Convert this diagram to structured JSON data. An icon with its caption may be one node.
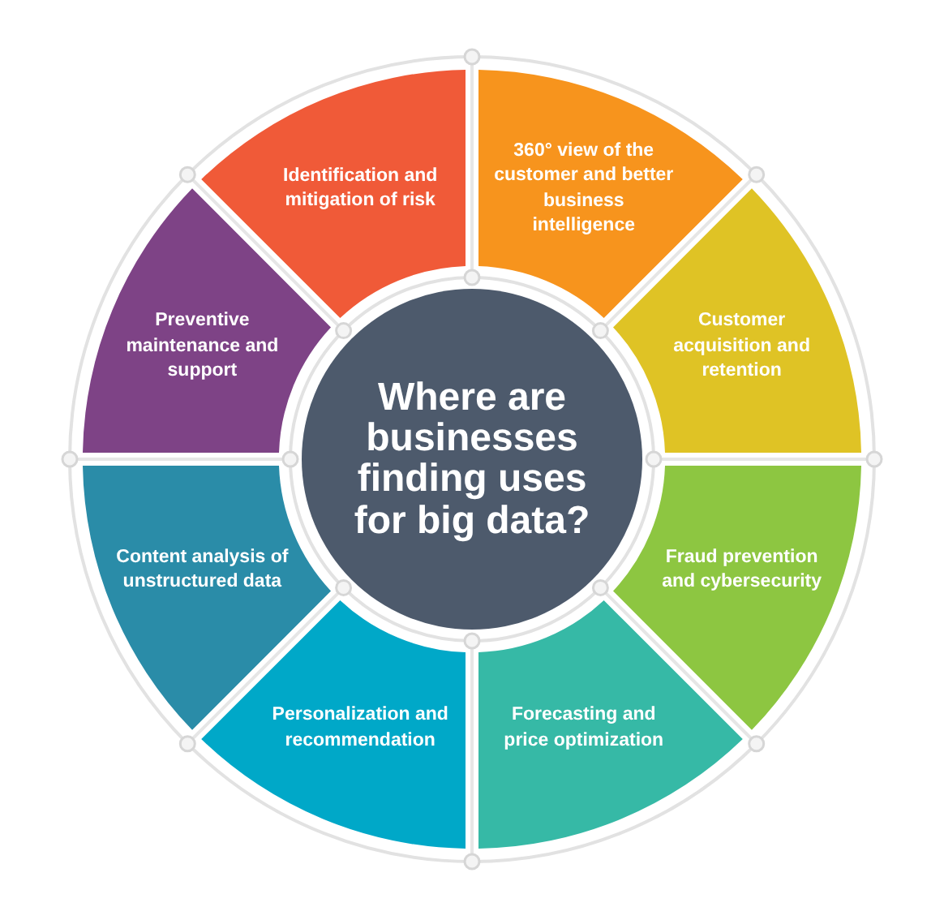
{
  "diagram": {
    "nodes": [
      {
        "text": [
          "Where are businesses finding uses for big data?"
        ]
      },
      {
        "text": [
          "Identification and mitigation of risk"
        ]
      },
      {
        "text": [
          "360° view of the customer and better business intelligence"
        ]
      },
      {
        "text": [
          "Customer acquisition and retention"
        ]
      },
      {
        "text": [
          "Fraud prevention and cybersecurity"
        ]
      },
      {
        "text": [
          "Forecasting and price optimization"
        ]
      },
      {
        "text": [
          "Personalization and recommendation"
        ]
      },
      {
        "text": [
          "Content analysis of unstructured data"
        ]
      },
      {
        "text": [
          "Preventive maintenance and support"
        ]
      }
    ]
  }
}
